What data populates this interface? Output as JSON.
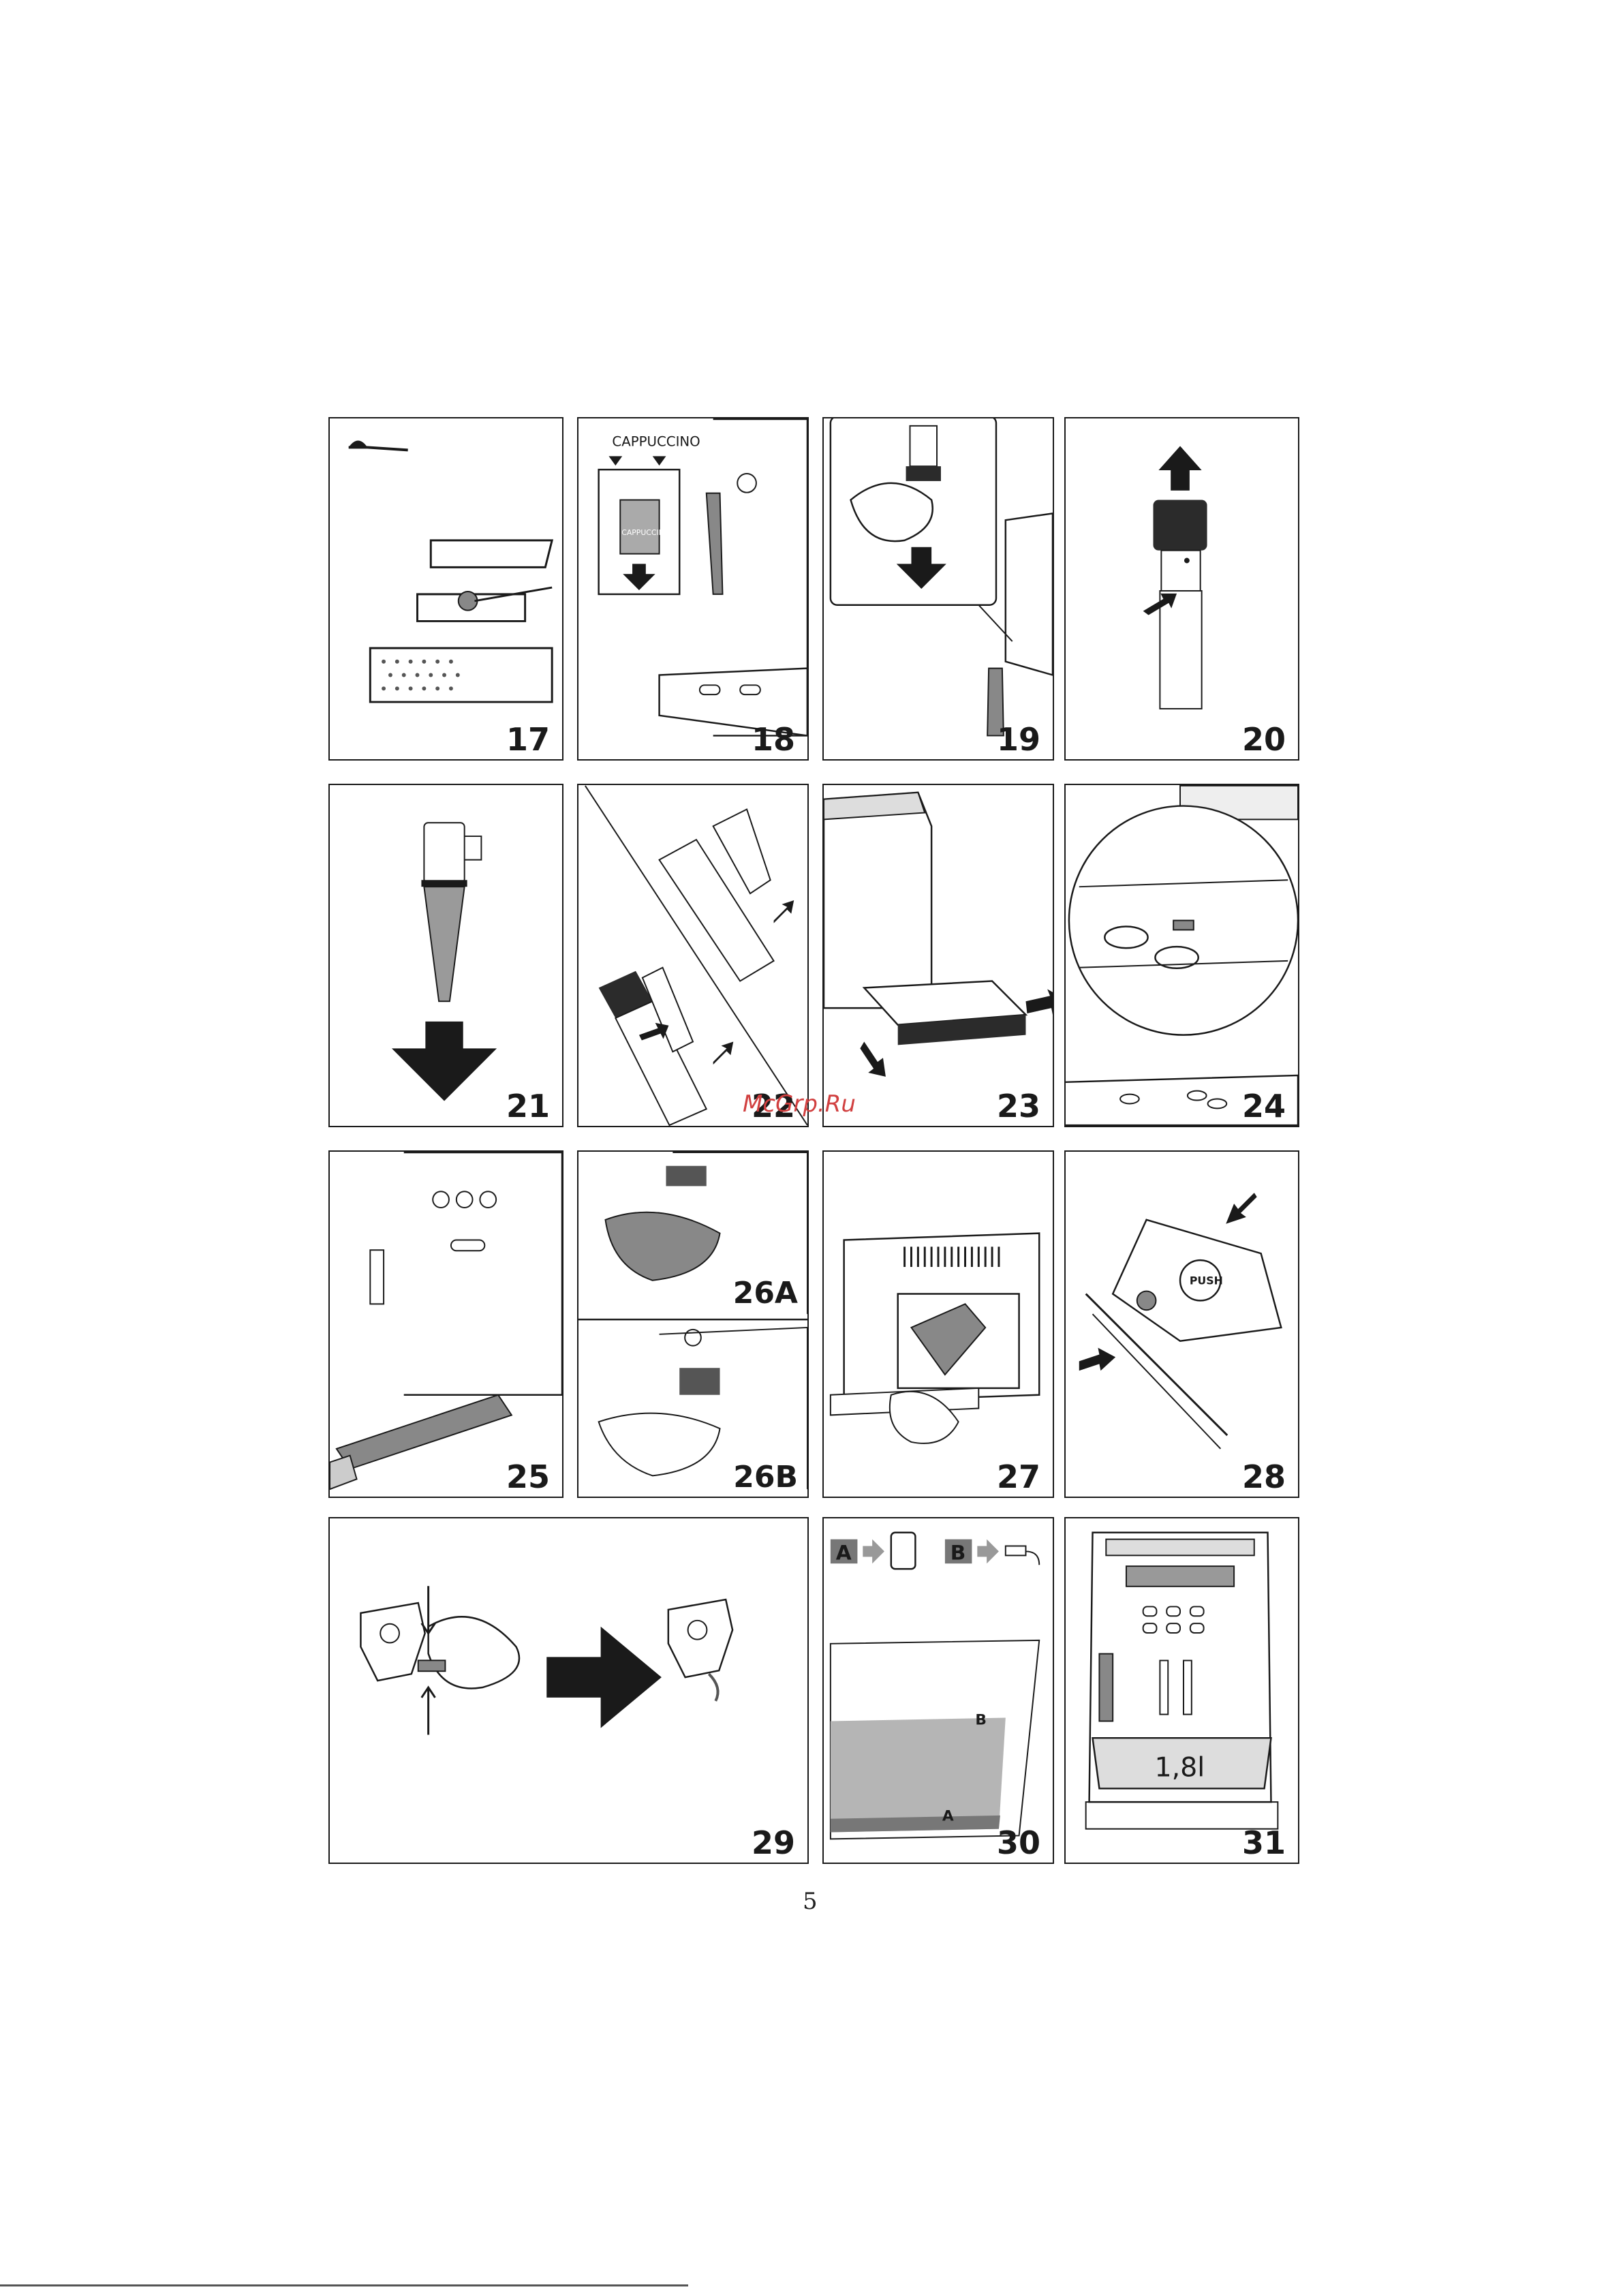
{
  "panels": [
    {
      "id": "17",
      "label": "17"
    },
    {
      "id": "18",
      "label": "18",
      "text": "CAPPUCCINO",
      "inner_text": "CAPPUCCINO"
    },
    {
      "id": "19",
      "label": "19"
    },
    {
      "id": "20",
      "label": "20"
    },
    {
      "id": "21",
      "label": "21"
    },
    {
      "id": "22",
      "label": "22"
    },
    {
      "id": "23",
      "label": "23"
    },
    {
      "id": "24",
      "label": "24"
    },
    {
      "id": "25",
      "label": "25"
    },
    {
      "id": "26",
      "label_a": "26A",
      "label_b": "26B"
    },
    {
      "id": "27",
      "label": "27"
    },
    {
      "id": "28",
      "label": "28",
      "button_text": "PUSH"
    },
    {
      "id": "29",
      "label": "29"
    },
    {
      "id": "30",
      "label": "30",
      "marker_a": "A",
      "marker_b": "B",
      "level_b": "B",
      "level_a": "A"
    },
    {
      "id": "31",
      "label": "31",
      "capacity": "1,8l"
    }
  ],
  "watermark": "McGrp.Ru",
  "page_number": "5",
  "colors": {
    "ink": "#1a1a1a",
    "grey_fill": "#a8a8a8",
    "dark_fill": "#2b2b2b",
    "water": "#b5b5b5"
  }
}
